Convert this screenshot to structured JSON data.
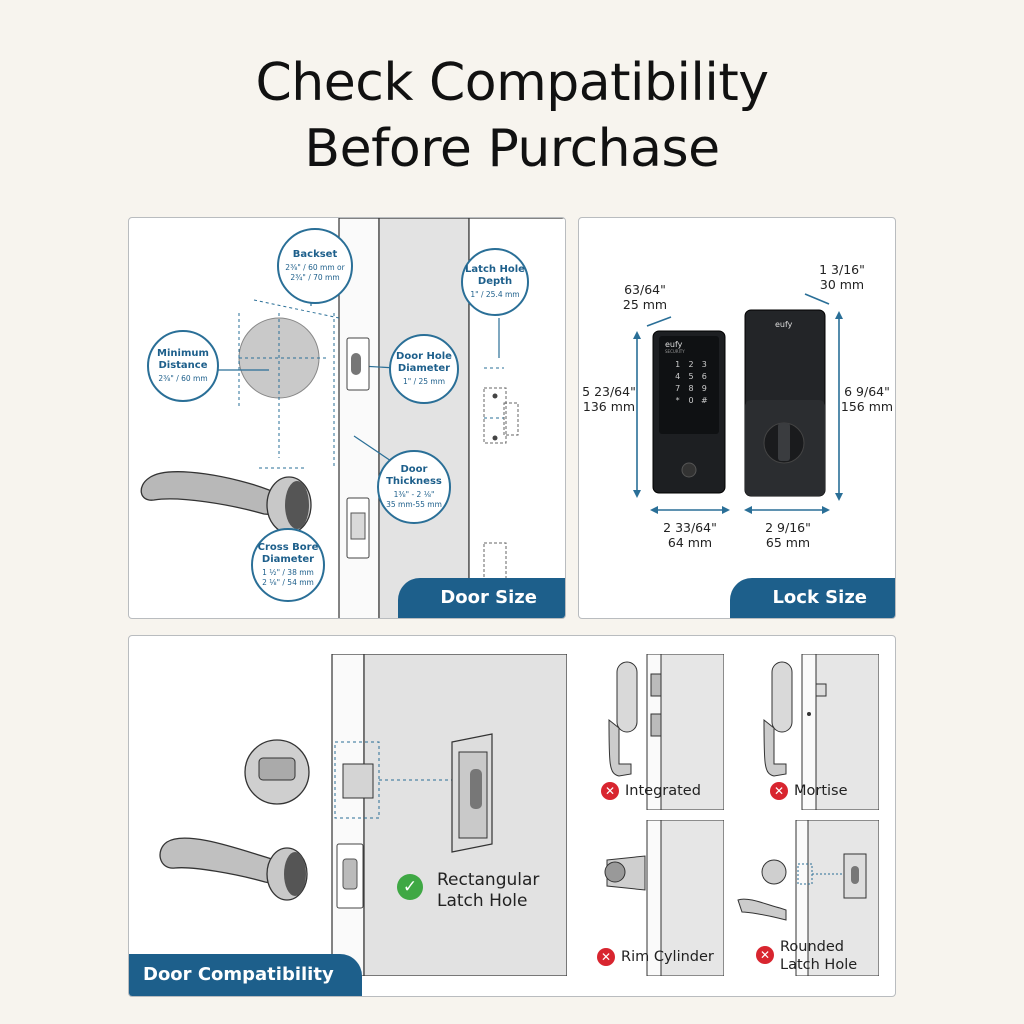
{
  "title": {
    "line1": "Check Compatibility",
    "line2": "Before Purchase"
  },
  "door_size": {
    "tab": "Door Size",
    "backset": {
      "label": "Backset",
      "value1": "2⅜\" / 60 mm or",
      "value2": "2¾\" / 70 mm"
    },
    "min_distance": {
      "label1": "Minimum",
      "label2": "Distance",
      "value": "2⅜\" / 60 mm"
    },
    "door_hole": {
      "label1": "Door Hole",
      "label2": "Diameter",
      "value": "1\" / 25 mm"
    },
    "latch_depth": {
      "label1": "Latch Hole",
      "label2": "Depth",
      "value": "1\" / 25.4 mm"
    },
    "door_thickness": {
      "label1": "Door",
      "label2": "Thickness",
      "value1": "1⅜\" - 2 ⅛\"",
      "value2": "35 mm-55 mm"
    },
    "cross_bore": {
      "label1": "Cross Bore",
      "label2": "Diameter",
      "value1": "1 ½\" / 38 mm",
      "value2": "2 ⅛\" / 54 mm"
    }
  },
  "lock_size": {
    "tab": "Lock Size",
    "brand": "eufy",
    "brand_sub": "SECURITY",
    "front_depth": {
      "inch": "63/64\"",
      "mm": "25 mm"
    },
    "front_height": {
      "inch": "5 23/64\"",
      "mm": "136 mm"
    },
    "front_width": {
      "inch": "2 33/64\"",
      "mm": "64 mm"
    },
    "back_depth": {
      "inch": "1 3/16\"",
      "mm": "30 mm"
    },
    "back_height": {
      "inch": "6 9/64\"",
      "mm": "156 mm"
    },
    "back_width": {
      "inch": "2 9/16\"",
      "mm": "65 mm"
    },
    "keypad_keys": [
      "1",
      "2",
      "3",
      "4",
      "5",
      "6",
      "7",
      "8",
      "9",
      "*",
      "0",
      "#"
    ]
  },
  "door_compat": {
    "tab": "Door Compatibility",
    "ok_label1": "Rectangular",
    "ok_label2": "Latch Hole",
    "bad": [
      {
        "line1": "Integrated",
        "line2": ""
      },
      {
        "line1": "Mortise",
        "line2": ""
      },
      {
        "line1": "Rim Cylinder",
        "line2": ""
      },
      {
        "line1": "Rounded",
        "line2": "Latch Hole"
      }
    ]
  },
  "colors": {
    "accent": "#1d5f8b",
    "bubble": "#2a6f97",
    "bad": "#d8252f",
    "good": "#3fa844",
    "background": "#f7f4ee"
  }
}
